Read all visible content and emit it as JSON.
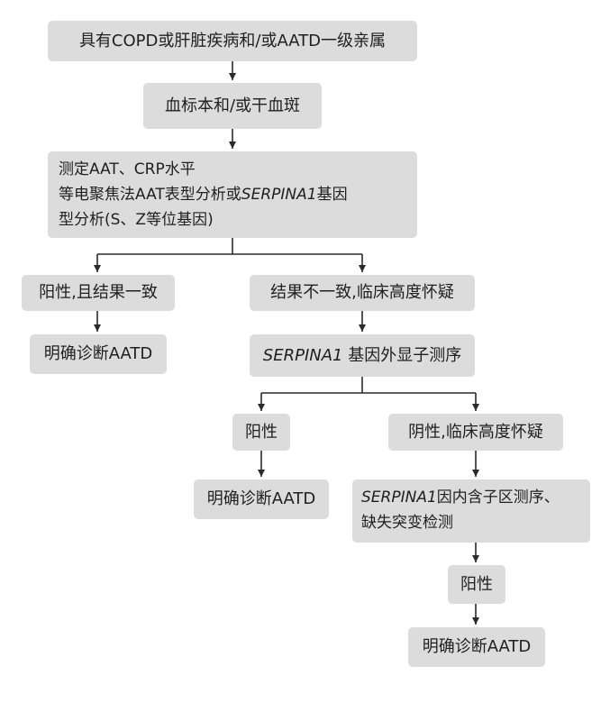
{
  "nodes": {
    "n1": {
      "text": "具有COPD或肝脏疾病和/或AATD一级亲属"
    },
    "n2": {
      "text": "血标本和/或干血斑"
    },
    "n3": {
      "line1": "测定AAT、CRP水平",
      "line2_prefix": "等电聚焦法AAT表型分析或",
      "line2_gene": "SERPINA1",
      "line2_suffix": "基因",
      "line3": "型分析(S、Z等位基因)"
    },
    "n4": {
      "text": "阳性,且结果一致"
    },
    "n5": {
      "text": "结果不一致,临床高度怀疑"
    },
    "n6": {
      "text": "明确诊断AATD"
    },
    "n7": {
      "gene": "SERPINA1",
      "suffix": " 基因外显子测序"
    },
    "n8": {
      "text": "阳性"
    },
    "n9": {
      "text": "阴性,临床高度怀疑"
    },
    "n10": {
      "text": "明确诊断AATD"
    },
    "n11": {
      "gene": "SERPINA1",
      "suffix": "因内含子区测序、",
      "line2": "缺失突变检测"
    },
    "n12": {
      "text": "阳性"
    },
    "n13": {
      "text": "明确诊断AATD"
    }
  }
}
